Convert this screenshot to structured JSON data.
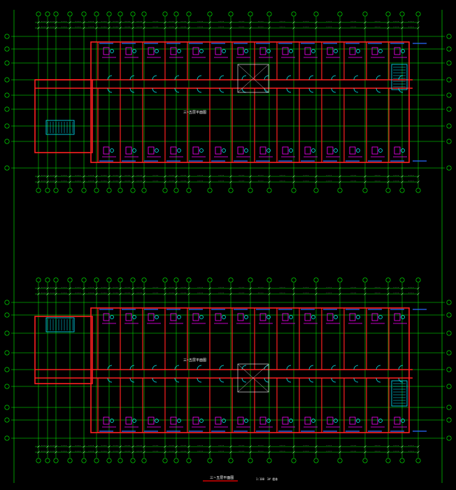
{
  "colors": {
    "background": "#000000",
    "grid": "#00ff00",
    "wall": "#ff2020",
    "fixture": "#ff00ff",
    "door": "#00ffff",
    "window": "#2a6bff",
    "dim": "#ffffff",
    "text": "#ffffff",
    "stair": "#00e5ff",
    "scale_bar": "#ff0000"
  },
  "plans": [
    {
      "name": "upper",
      "room_label": "三~五层平面图"
    },
    {
      "name": "lower",
      "room_label": "三~五层平面图"
    }
  ],
  "footer": {
    "title": "三~五层平面图",
    "scale": "1:100",
    "note": "3# 楼栋"
  }
}
